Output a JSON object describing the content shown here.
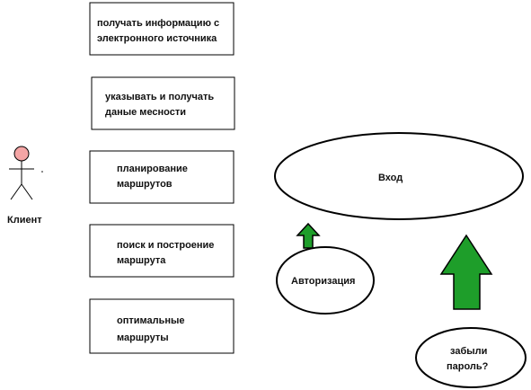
{
  "colors": {
    "actor_head": "#f4a5a5",
    "arrow_fill": "#1e9e2a",
    "stroke": "#000000",
    "background": "#ffffff"
  },
  "actor": {
    "label": "Клиент",
    "icon": "stick-figure-icon"
  },
  "use_cases": [
    {
      "line1": "получать информацию с",
      "line2": "электронного источника"
    },
    {
      "line1": "указывать и получать",
      "line2": "даные месности"
    },
    {
      "line1": "планирование",
      "line2": "маршрутов"
    },
    {
      "line1": "поиск и построение",
      "line2": "маршрута"
    },
    {
      "line1": "оптимальные",
      "line2": "маршруты"
    }
  ],
  "ellipses": {
    "login": {
      "label": "Вход"
    },
    "authorization": {
      "label": "Авторизация"
    },
    "forgot": {
      "line1": "забыли",
      "line2": "пароль?"
    }
  },
  "arrows": [
    {
      "name": "small-up-arrow-icon"
    },
    {
      "name": "large-up-arrow-icon"
    }
  ]
}
